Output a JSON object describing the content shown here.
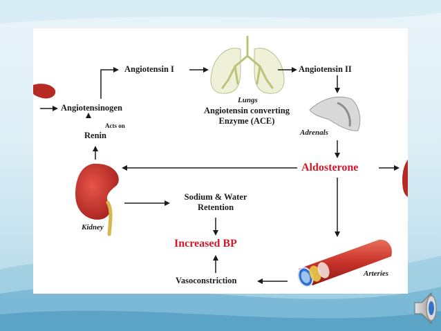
{
  "labels": {
    "angiotensin_i": "Angiotensin I",
    "angiotensin_ii": "Angiotensin II",
    "lungs": "Lungs",
    "ace_line1": "Angiotensin converting",
    "ace_line2": "Enzyme (ACE)",
    "angiotensinogen": "Angiotensinogen",
    "acts_on": "Acts on",
    "renin": "Renin",
    "adrenals": "Adrenals",
    "aldosterone": "Aldosterone",
    "sodium_line1": "Sodium & Water",
    "sodium_line2": "Retention",
    "kidney": "Kidney",
    "increased_bp": "Increased BP",
    "vasoconstriction": "Vasoconstriction",
    "arteries": "Arteries"
  },
  "colors": {
    "accent_red": "#d4182a",
    "organ_red": "#c0392b",
    "lung_green": "#c8d39a"
  },
  "icons": {
    "speaker": "audio-speaker-icon"
  }
}
